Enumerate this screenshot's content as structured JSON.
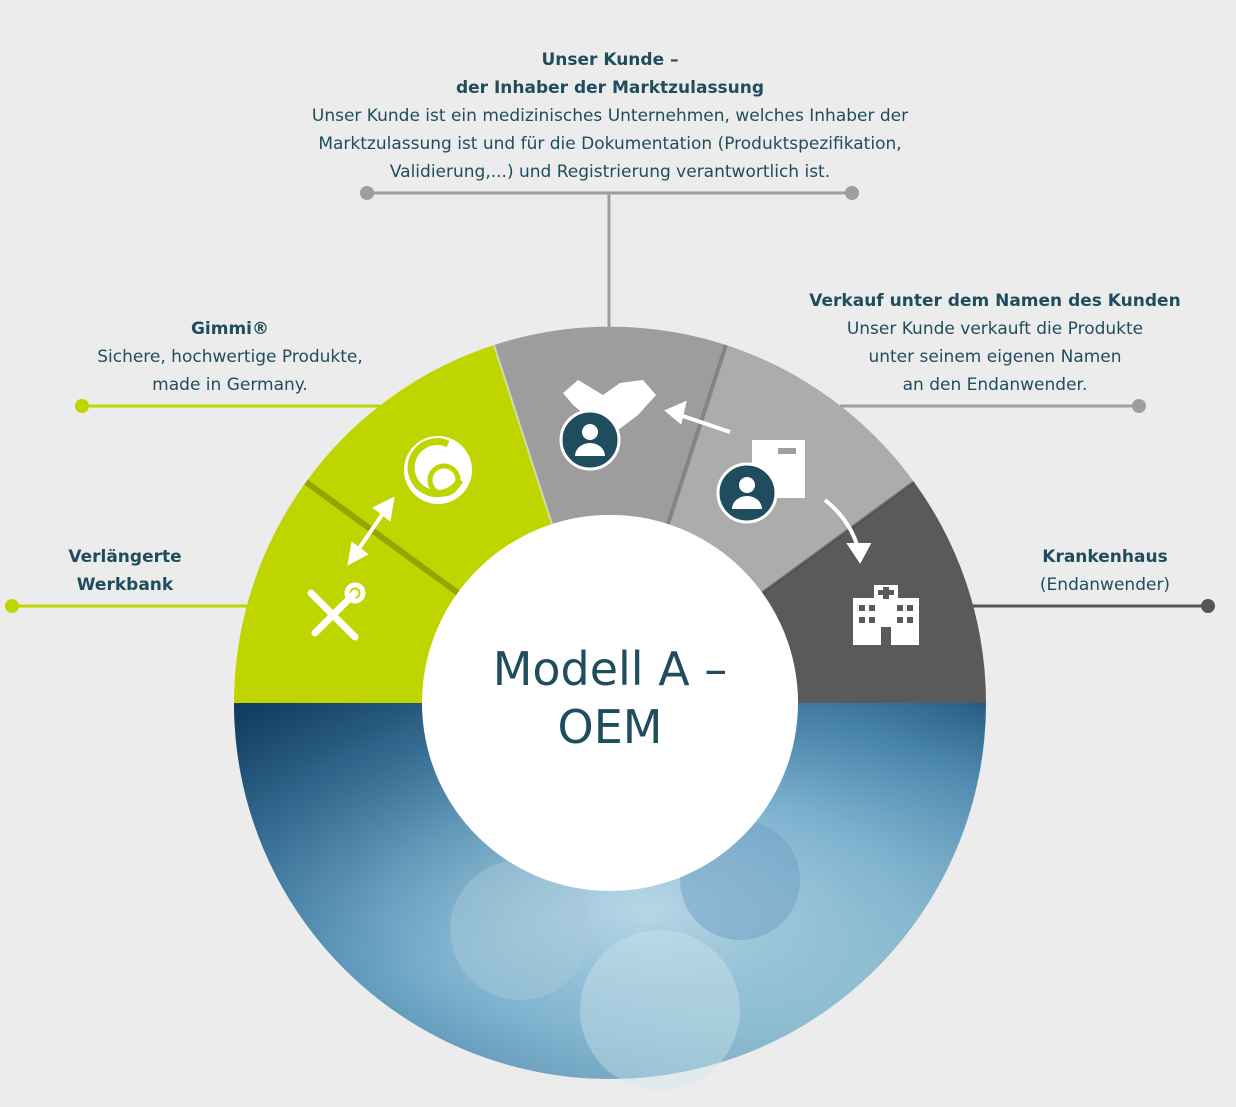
{
  "center": {
    "line1": "Modell A –",
    "line2": "OEM"
  },
  "labels": {
    "top": {
      "title_line1": "Unser Kunde –",
      "title_line2": "der Inhaber der Marktzulassung",
      "desc_line1": "Unser Kunde ist ein medizinisches Unternehmen, welches Inhaber der",
      "desc_line2": "Marktzulassung ist und für die Dokumentation (Produktspezifikation,",
      "desc_line3": "Validierung,...) und Registrierung verantwortlich ist."
    },
    "right": {
      "title": "Verkauf unter dem Namen des Kunden",
      "desc_line1": "Unser Kunde verkauft die Produkte",
      "desc_line2": "unter seinem eigenen Namen",
      "desc_line3": "an den Endanwender."
    },
    "gimmi": {
      "title": "Gimmi®",
      "desc_line1": "Sichere, hochwertige Produkte,",
      "desc_line2": "made in Germany."
    },
    "werkbank": {
      "title_line1": "Verlängerte",
      "title_line2": "Werkbank"
    },
    "krankenhaus": {
      "title": "Krankenhaus",
      "desc": "(Endanwender)"
    }
  },
  "segments": [
    {
      "name": "werkbank",
      "color": "#bfd500",
      "icon": "tools-icon"
    },
    {
      "name": "gimmi",
      "color": "#bfd500",
      "icon": "gimmi-logo-icon"
    },
    {
      "name": "kunde",
      "color": "#9e9e9e",
      "icon": "handshake-icon"
    },
    {
      "name": "verkauf",
      "color": "#a9a9a9",
      "icon": "package-person-icon"
    },
    {
      "name": "krankenhaus",
      "color": "#5a5a5a",
      "icon": "hospital-icon"
    }
  ],
  "colors": {
    "text": "#1f4d5e",
    "lime": "#bfd500",
    "grey_line": "#9e9e9e",
    "dark": "#5a5a5a",
    "background": "#ececec"
  }
}
